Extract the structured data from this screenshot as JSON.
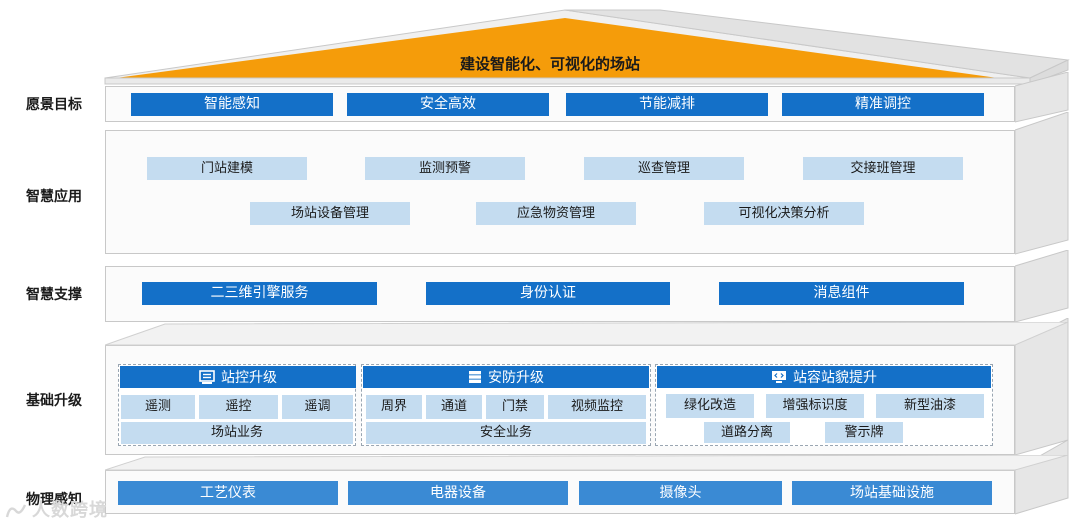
{
  "roof": {
    "title": "建设智能化、可视化的场站"
  },
  "layers": {
    "vision": {
      "label": "愿景目标",
      "items": [
        "智能感知",
        "安全高效",
        "节能减排",
        "精准调控"
      ]
    },
    "application": {
      "label": "智慧应用",
      "row1": [
        "门站建模",
        "监测预警",
        "巡查管理",
        "交接班管理"
      ],
      "row2": [
        "场站设备管理",
        "应急物资管理",
        "可视化决策分析"
      ]
    },
    "support": {
      "label": "智慧支撑",
      "items": [
        "二三维引擎服务",
        "身份认证",
        "消息组件"
      ]
    },
    "upgrade": {
      "label": "基础升级",
      "groups": [
        {
          "title": "站控升级",
          "icon": "monitor-list-icon",
          "cells": [
            "遥测",
            "遥控",
            "遥调"
          ],
          "footer": "场站业务"
        },
        {
          "title": "安防升级",
          "icon": "server-stack-icon",
          "cells": [
            "周界",
            "通道",
            "门禁",
            "视频监控"
          ],
          "footer": "安全业务"
        },
        {
          "title": "站容站貌提升",
          "icon": "code-screen-icon",
          "cells_row1": [
            "绿化改造",
            "增强标识度",
            "新型油漆"
          ],
          "cells_row2": [
            "道路分离",
            "警示牌"
          ]
        }
      ]
    },
    "perception": {
      "label": "物理感知",
      "items": [
        "工艺仪表",
        "电器设备",
        "摄像头",
        "场站基础设施"
      ]
    }
  },
  "watermark": {
    "text": "人数跨境"
  },
  "colors": {
    "dark_blue": "#1470c8",
    "light_blue": "#c4dcf0",
    "mid_blue": "#3a8ad4",
    "roof_orange": "#f59c0a"
  }
}
